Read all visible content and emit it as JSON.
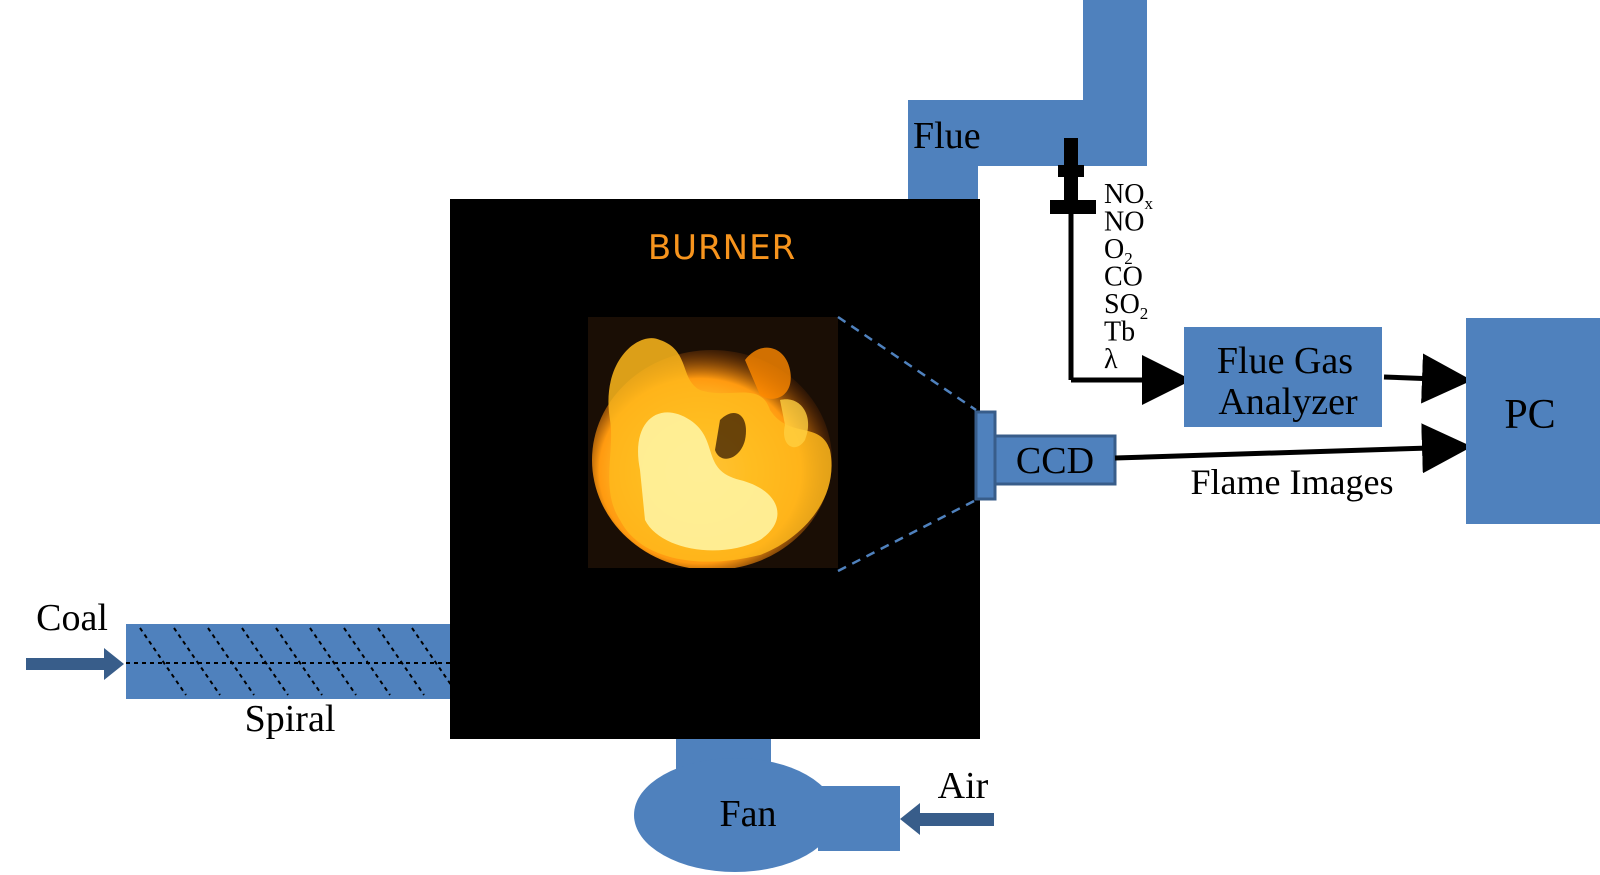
{
  "colors": {
    "equipment": "#4f81bd",
    "equipment_border": "#385d8a",
    "burner": "#000000",
    "burner_title": "#f7941d",
    "flame_core": "#fff7b0",
    "flame_mid": "#ffc21a",
    "flame_edge": "#ff7a00"
  },
  "labels": {
    "flue": "Flue",
    "burner": "BURNER",
    "ccd": "CCD",
    "flame_images": "Flame Images",
    "analyzer_line1": "Flue Gas",
    "analyzer_line2": "Analyzer",
    "pc": "PC",
    "coal": "Coal",
    "spiral": "Spiral",
    "fan": "Fan",
    "air": "Air"
  },
  "gases": [
    {
      "base": "NO",
      "sub": "x"
    },
    {
      "base": "NO",
      "sub": ""
    },
    {
      "base": "O",
      "sub": "2"
    },
    {
      "base": "CO",
      "sub": ""
    },
    {
      "base": "SO",
      "sub": "2"
    },
    {
      "base": "Tb",
      "sub": ""
    },
    {
      "base": "λ",
      "sub": ""
    }
  ],
  "icons": {
    "flame": "flame-image",
    "probe": "gas-probe-icon"
  }
}
